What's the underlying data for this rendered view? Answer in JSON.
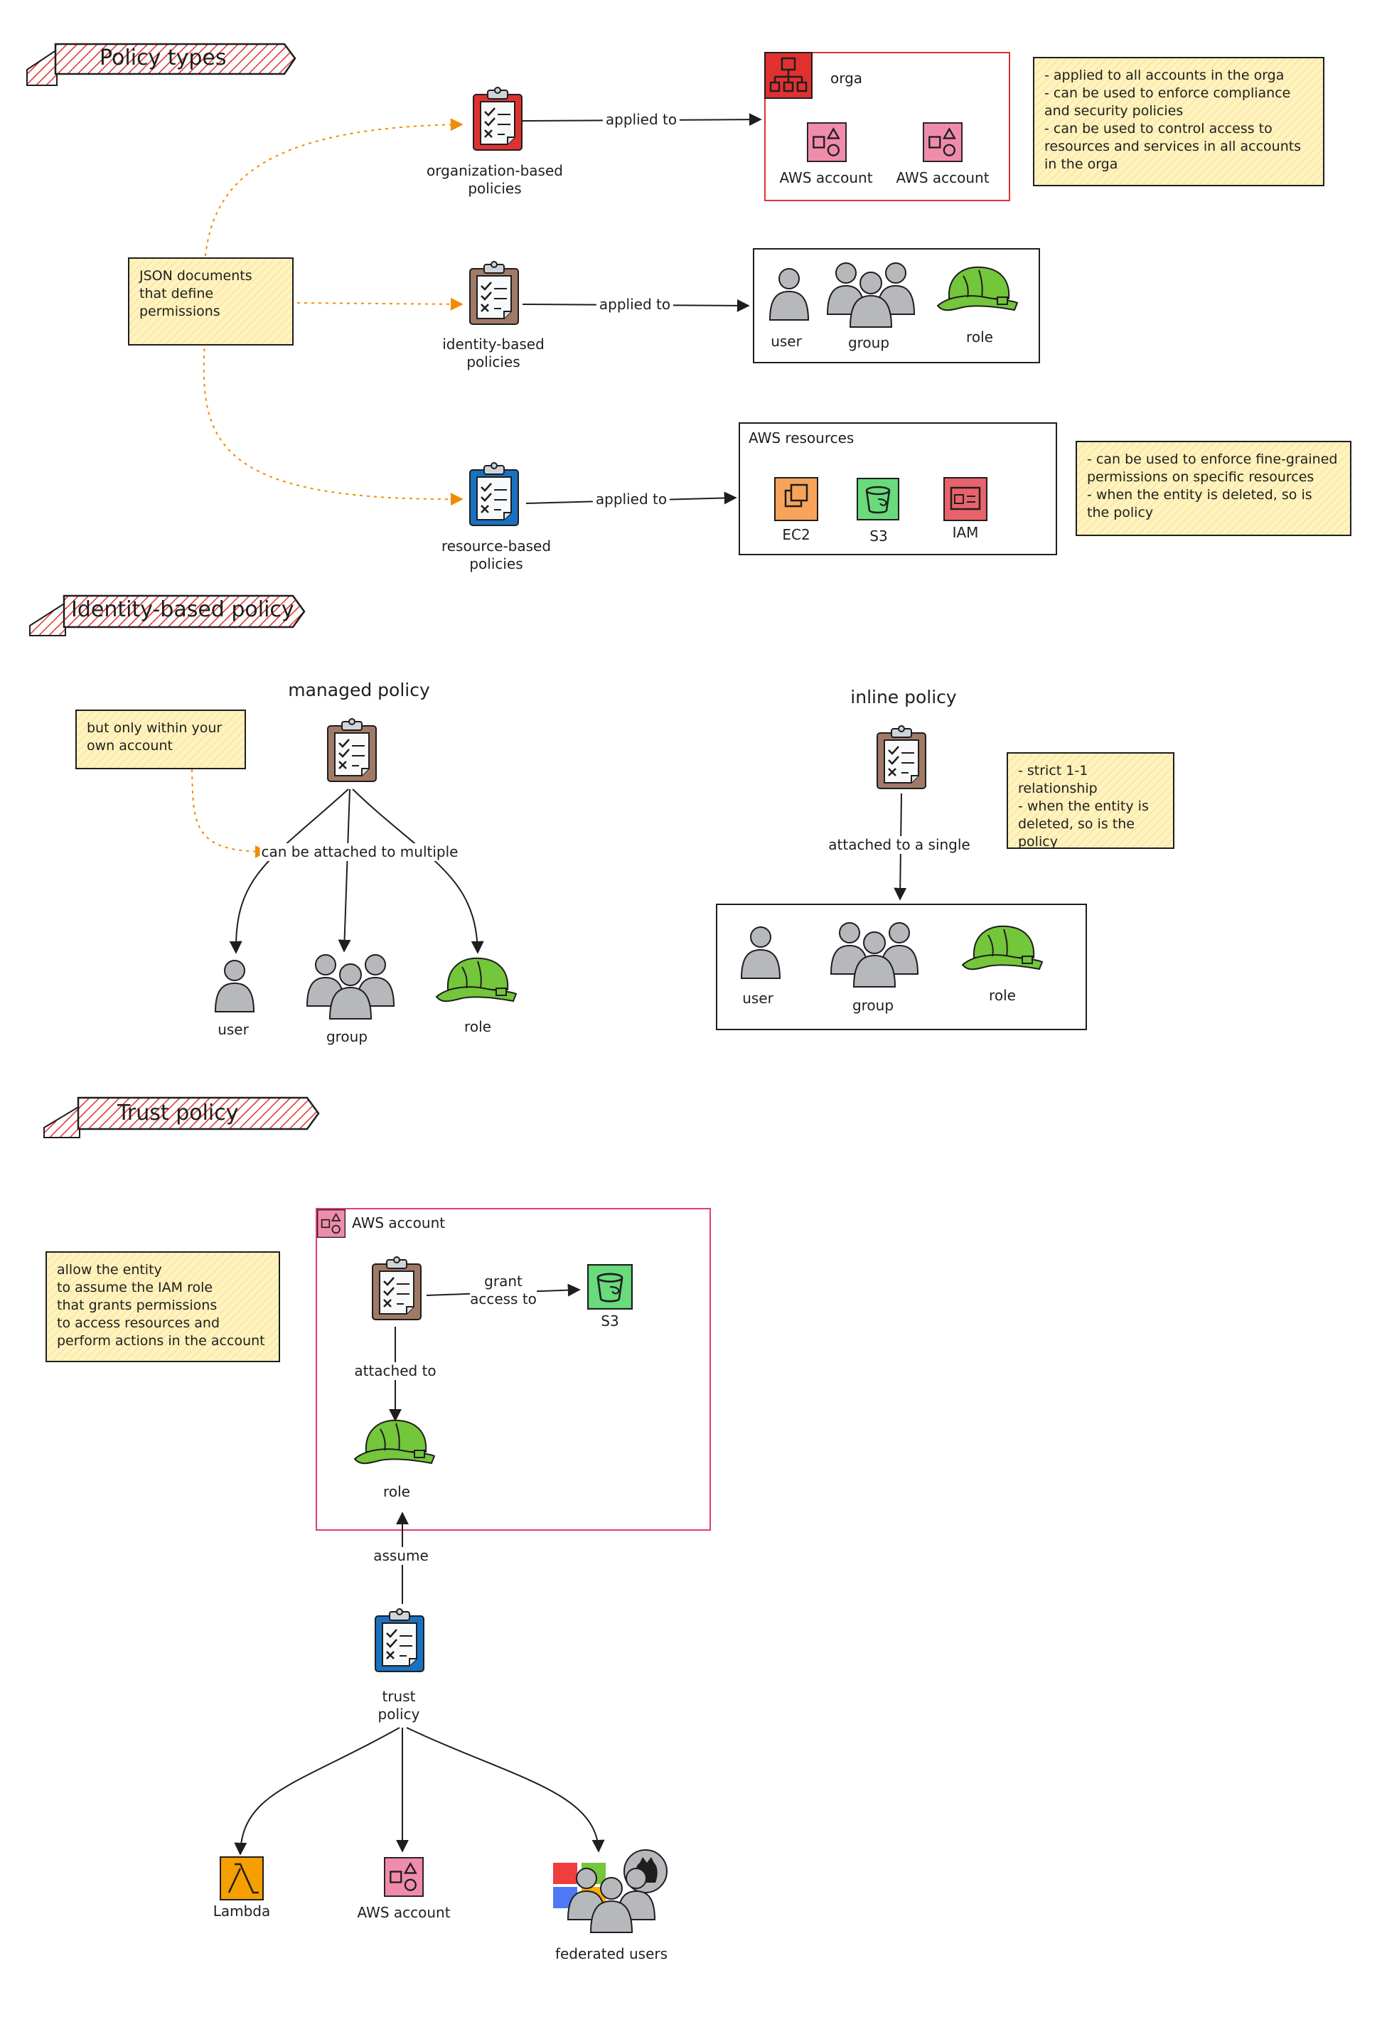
{
  "sections": {
    "policy_types": "Policy types",
    "identity_based": "Identity-based policy",
    "trust": "Trust policy"
  },
  "policy_types": {
    "json_note": "JSON documents\nthat define\npermissions",
    "org_policy_label": "organization-based\npolicies",
    "identity_policy_label": "identity-based\npolicies",
    "resource_policy_label": "resource-based\npolicies",
    "applied_to_1": "applied to",
    "applied_to_2": "applied to",
    "applied_to_3": "applied to",
    "orga": {
      "title": "orga",
      "account_1": "AWS account",
      "account_2": "AWS account"
    },
    "orga_note": "- applied to all accounts in the orga\n- can be used to enforce compliance\nand security policies\n-  can be used to control access to\nresources and services in all accounts\nin the orga",
    "identities": {
      "user": "user",
      "group": "group",
      "role": "role"
    },
    "resources": {
      "title": "AWS resources",
      "ec2": "EC2",
      "s3": "S3",
      "iam": "IAM"
    },
    "resource_note": "- can be used to enforce fine-grained\npermissions on specific resources\n- when the entity is deleted, so is\nthe policy"
  },
  "identity_based": {
    "managed_title": "managed policy",
    "managed_note": "but only within your\nown account",
    "attach_multiple": "can be attached to multiple",
    "user": "user",
    "group": "group",
    "role": "role",
    "inline_title": "inline policy",
    "inline_note": "- strict 1-1 relationship\n- when the entity is\ndeleted, so is the\npolicy",
    "attach_single": "attached to a single",
    "inline_user": "user",
    "inline_group": "group",
    "inline_role": "role"
  },
  "trust": {
    "note": "allow the entity\nto assume the IAM role\nthat grants permissions\nto access resources and\nperform actions in the account",
    "account_title": "AWS account",
    "grant_access": "grant\naccess to",
    "s3": "S3",
    "attached_to": "attached to",
    "role": "role",
    "assume": "assume",
    "trust_policy": "trust\npolicy",
    "lambda": "Lambda",
    "aws_account": "AWS account",
    "federated": "federated users"
  },
  "colors": {
    "orange_dash": "#f08c00",
    "orga_red": "#e03131",
    "account_pink": "#f08cab",
    "ec2_orange": "#f7a45a",
    "s3_green": "#69db7c",
    "iam_red": "#e8636b",
    "lambda_orange": "#f59f00",
    "role_green": "#74c63a",
    "user_gray": "#b6b8bb",
    "clipboard_red": "#e03131",
    "clipboard_brown": "#a07a66",
    "clipboard_blue": "#1971c2",
    "note_yellow": "#fff3bf",
    "banner_red": "#e03131"
  }
}
